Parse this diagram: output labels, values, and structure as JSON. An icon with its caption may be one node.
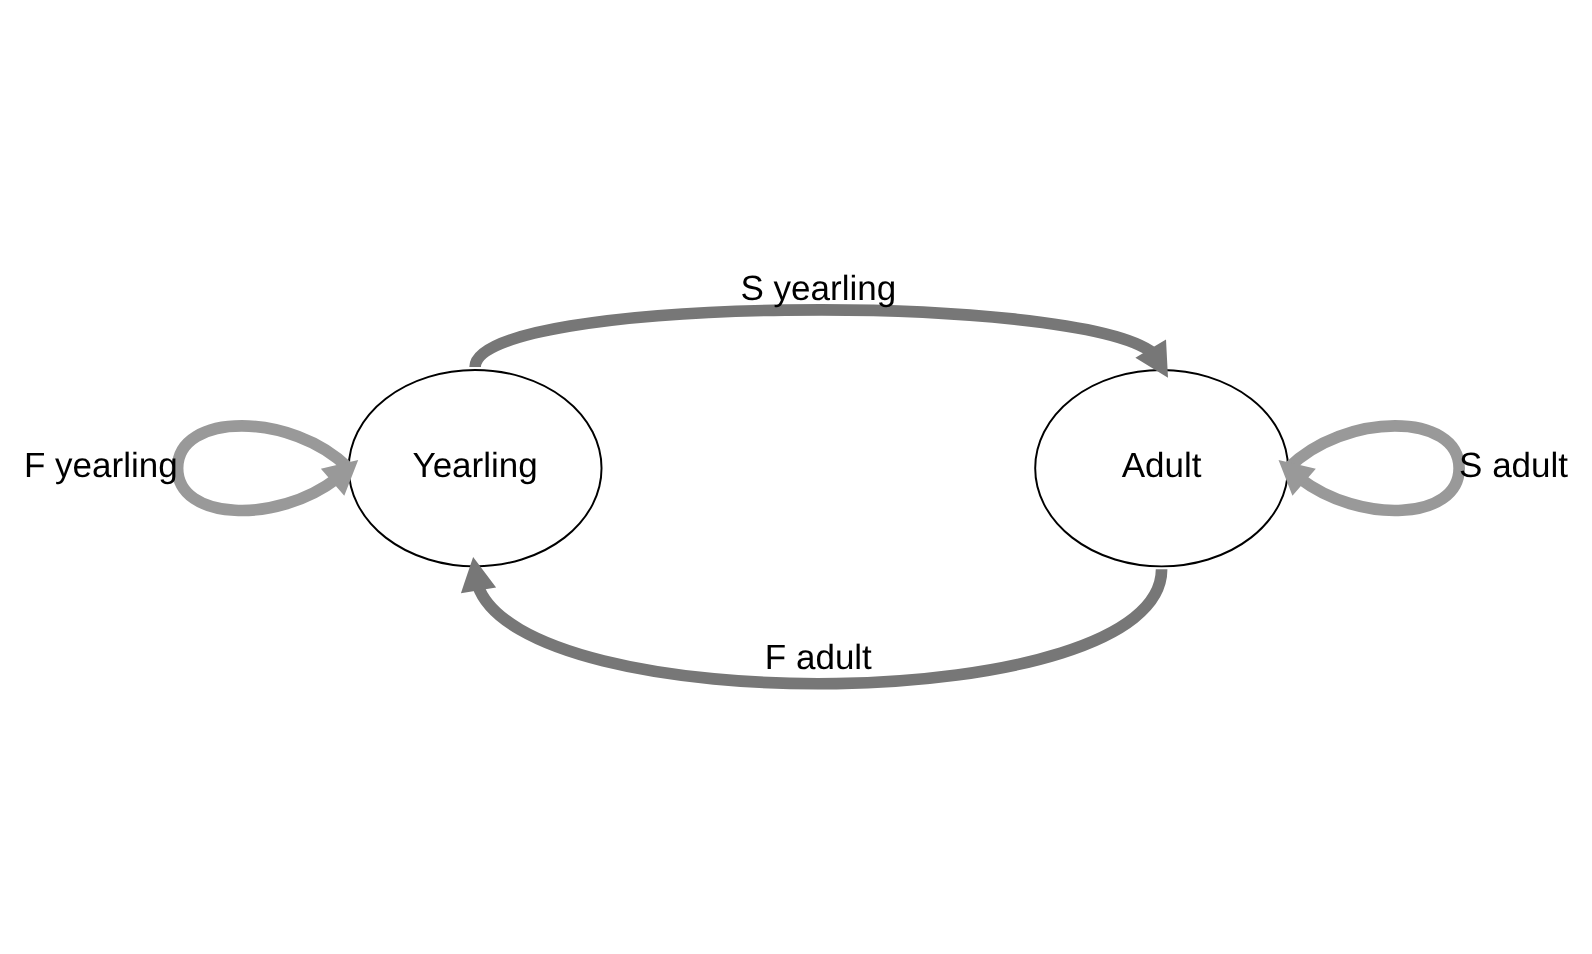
{
  "diagram": {
    "nodes": [
      {
        "text": [
          "Yearling"
        ]
      },
      {
        "text": [
          "Adult"
        ]
      }
    ],
    "edges": [
      {
        "from": 0,
        "to": 1,
        "arrow": "to",
        "label": "S yearling"
      },
      {
        "from": 1,
        "to": 1,
        "arrow": "to",
        "label": "S adult",
        "color": "#999999"
      },
      {
        "from": 1,
        "to": 0,
        "arrow": "to",
        "label": "F adult"
      },
      {
        "from": 0,
        "to": 0,
        "arrow": "to",
        "label": "F yearling",
        "color": "#999999"
      }
    ]
  }
}
